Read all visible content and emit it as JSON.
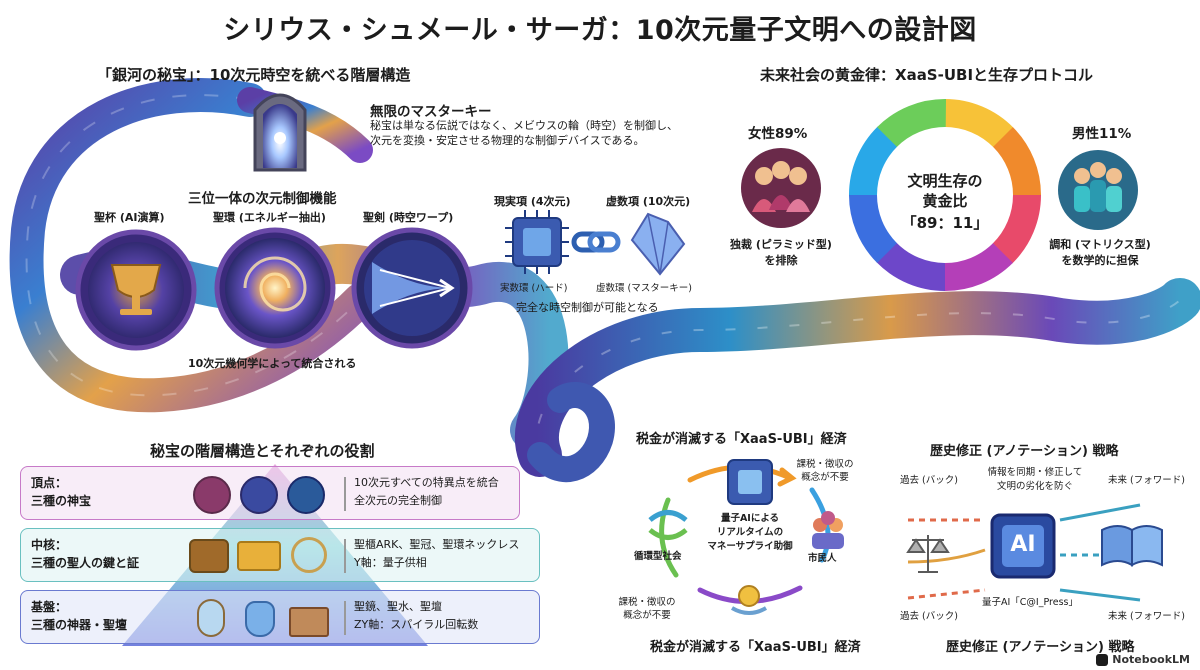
{
  "title": "シリウス・シュメール・サーガ：10次元量子文明への設計図",
  "left_section": {
    "heading": "「銀河の秘宝」：10次元時空を統べる階層構造",
    "master_key": {
      "title": "無限のマスターキー",
      "desc_line1": "秘宝は単なる伝説ではなく、メビウスの輪（時空）を制御し、",
      "desc_line2": "次元を変換・安定させる物理的な制御デバイスである。"
    },
    "trinity": {
      "title": "三位一体の次元制御機能",
      "items": [
        "聖杯 (AI演算)",
        "聖環 (エネルギー抽出)",
        "聖剣 (時空ワープ)"
      ],
      "footer": "10次元幾何学によって統合される"
    },
    "terms": {
      "real_label": "現実項 (4次元)",
      "imag_label": "虚数項 (10次元)",
      "real_desc": "実数環 (ハード)",
      "imag_desc": "虚数環 (マスターキー)",
      "footer": "完全な時空制御が可能となる"
    }
  },
  "right_section": {
    "heading": "未来社会の黄金律：XaaS-UBIと生存プロトコル",
    "female_label": "女性89%",
    "male_label": "男性11%",
    "center_line1": "文明生存の",
    "center_line2": "黄金比",
    "center_line3": "「89：11」",
    "female_desc_line1": "独裁 (ピラミッド型)",
    "female_desc_line2": "を排除",
    "male_desc_line1": "調和 (マトリクス型)",
    "male_desc_line2": "を数学的に担保",
    "donut_colors": [
      "#f7c238",
      "#f08a2c",
      "#e84a6a",
      "#b43fb8",
      "#6d47c9",
      "#3b6fe0",
      "#29a8e8",
      "#6ccd5a"
    ]
  },
  "hierarchy": {
    "heading": "秘宝の階層構造とそれぞれの役割",
    "tiers": [
      {
        "label_line1": "頂点：",
        "label_line2": "三種の神宝",
        "desc_line1": "10次元すべての特異点を統合",
        "desc_line2": "全次元の完全制御"
      },
      {
        "label_line1": "中核：",
        "label_line2": "三種の聖人の鍵と証",
        "desc_line1": "聖櫃ARK、聖冠、聖環ネックレス",
        "desc_line2": "Y軸：量子供相"
      },
      {
        "label_line1": "基盤：",
        "label_line2": "三種の神器・聖壇",
        "desc_line1": "聖鏡、聖水、聖壇",
        "desc_line2": "ZY軸：スパイラル回転数"
      }
    ]
  },
  "xaas": {
    "heading_top": "税金が消滅する「XaaS-UBI」経済",
    "heading_bottom": "税金が消滅する「XaaS-UBI」経済",
    "tax_top_line1": "課税・徴収の",
    "tax_top_line2": "概念が不要",
    "tax_bottom_line1": "課税・徴収の",
    "tax_bottom_line2": "概念が不要",
    "center_line1": "量子AIによる",
    "center_line2": "リアルタイムの",
    "center_line3": "マネーサプライ助御",
    "left_label": "循環型社会",
    "right_label": "市民人"
  },
  "history": {
    "heading_top": "歴史修正 (アノテーション) 戦略",
    "heading_bottom": "歴史修正 (アノテーション) 戦略",
    "past_top": "過去 (バック)",
    "past_bottom": "過去 (バック)",
    "future_top": "未来 (フォワード)",
    "future_bottom": "未来 (フォワード)",
    "center_line1": "情報を同期・修正して",
    "center_line2": "文明の劣化を防ぐ",
    "ai_label": "AI",
    "ai_caption": "量子AI「C@I_Press」"
  },
  "footer": {
    "brand": "NotebookLM"
  }
}
